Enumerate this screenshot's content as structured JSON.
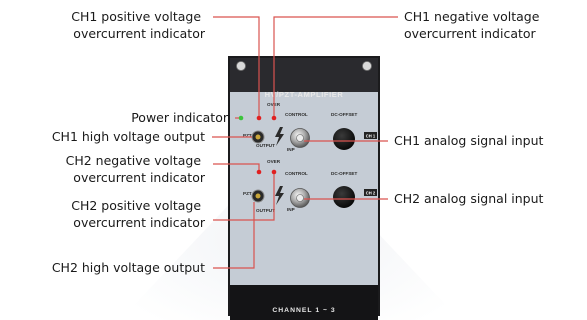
{
  "panel": {
    "title": "HV/PZT-AMPLIFIER",
    "footer": "CHANNEL 1 ~ 3",
    "over_label": "OVER",
    "control_label": "CONTROL",
    "dc_offset_label": "DC-OFFSET",
    "output_label": "OUTPUT",
    "pzt_label": "PZT",
    "inp_label": "INP",
    "ch1_tag": "CH 1",
    "ch2_tag": "CH 2"
  },
  "annotations": {
    "ch1_pos_over": [
      "CH1  positive voltage",
      "overcurrent indicator"
    ],
    "ch1_neg_over": [
      "CH1  negative voltage",
      "overcurrent indicator"
    ],
    "power": "Power indicator",
    "ch1_hv_out": "CH1 high voltage output",
    "ch2_neg_over": [
      "CH2  negative voltage",
      "overcurrent indicator"
    ],
    "ch2_pos_over": [
      "CH2  positive voltage",
      "overcurrent indicator"
    ],
    "ch2_hv_out": "CH2 high voltage output",
    "ch1_analog_in": "CH1 analog signal input",
    "ch2_analog_in": "CH2 analog signal input"
  },
  "colors": {
    "leader": "#d9534f",
    "panel_face": "#c5ccd5",
    "led_red": "#e02020",
    "led_green": "#3cc43c"
  }
}
